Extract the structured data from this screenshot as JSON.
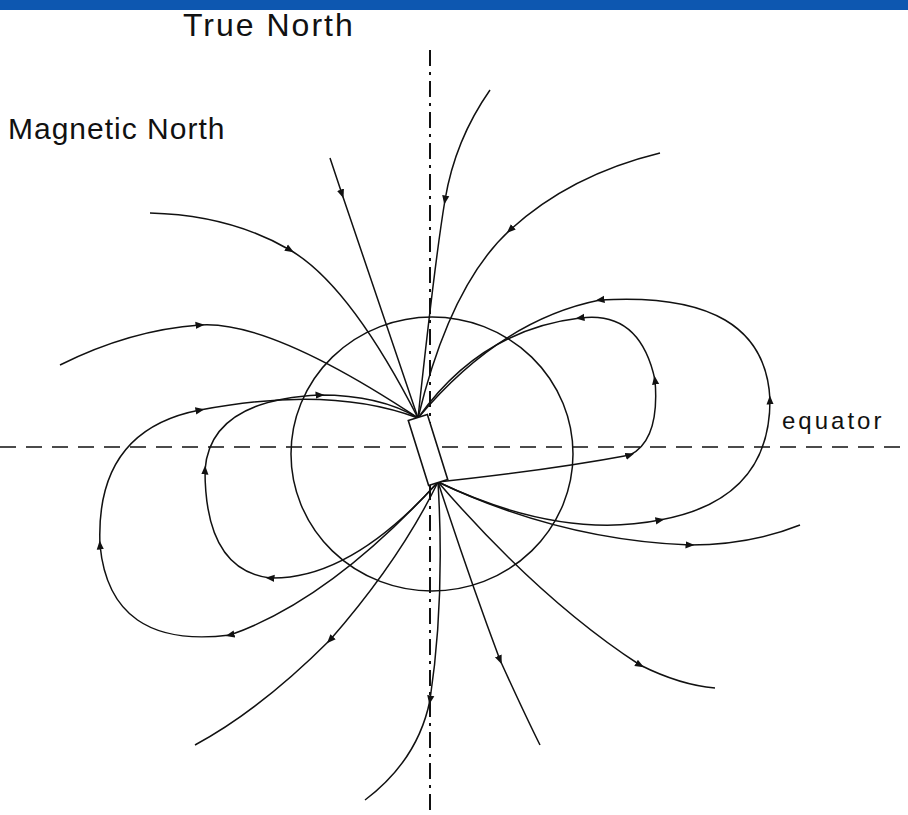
{
  "diagram": {
    "labels": [
      "True North",
      "Magnetic North",
      "equator"
    ]
  }
}
